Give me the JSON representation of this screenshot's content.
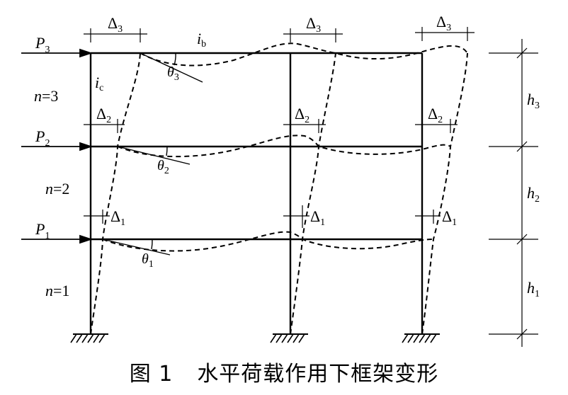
{
  "caption": {
    "figure_number": "图 1",
    "title": "水平荷载作用下框架变形"
  },
  "loads": [
    {
      "symbol": "P",
      "index": "3"
    },
    {
      "symbol": "P",
      "index": "2"
    },
    {
      "symbol": "P",
      "index": "1"
    }
  ],
  "stories": [
    {
      "label": "n",
      "value": "=3"
    },
    {
      "label": "n",
      "value": "=2"
    },
    {
      "label": "n",
      "value": "=1"
    }
  ],
  "heights": [
    {
      "symbol": "h",
      "index": "3"
    },
    {
      "symbol": "h",
      "index": "2"
    },
    {
      "symbol": "h",
      "index": "1"
    }
  ],
  "drifts": [
    {
      "symbol": "Δ",
      "index": "3"
    },
    {
      "symbol": "Δ",
      "index": "2"
    },
    {
      "symbol": "Δ",
      "index": "1"
    }
  ],
  "rotations": [
    {
      "symbol": "θ",
      "index": "3"
    },
    {
      "symbol": "θ",
      "index": "2"
    },
    {
      "symbol": "θ",
      "index": "1"
    }
  ],
  "stiffness": {
    "beam": {
      "symbol": "i",
      "index": "b"
    },
    "column": {
      "symbol": "i",
      "index": "c"
    }
  }
}
